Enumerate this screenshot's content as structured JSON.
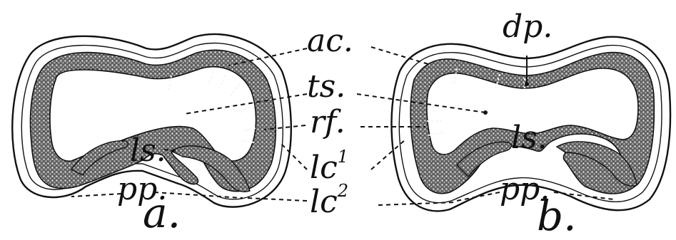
{
  "figure": {
    "labels": {
      "ac": "ac.",
      "ts": "ts.",
      "rf": "rf.",
      "lc1_base": "lc",
      "lc1_sup": "1",
      "lc2_base": "lc",
      "lc2_sup": "2",
      "dp": "dp.",
      "ls_a": "ls.",
      "ls_b": "ls.",
      "pp_a": "pp.",
      "pp_b": "pp.",
      "panel_a": "a.",
      "panel_b": "b."
    }
  }
}
